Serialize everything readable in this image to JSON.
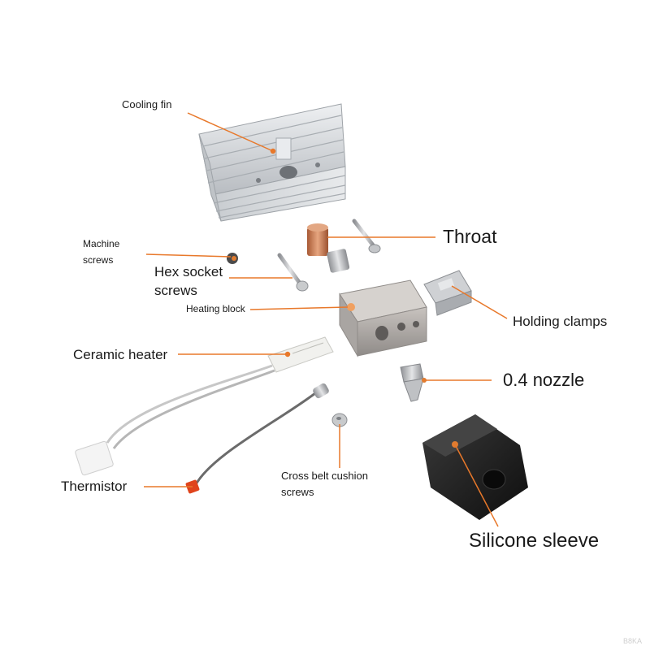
{
  "colors": {
    "leader": "#e8782a",
    "aluminum": "#d7dade",
    "copper": "#c97a52",
    "steel": "#b9babd",
    "silicone": "#1b1b1b",
    "thermistor_tip": "#e0441c"
  },
  "labels": {
    "cooling_fin": "Cooling fin",
    "throat": "Throat",
    "machine_screws_line1": "Machine",
    "machine_screws_line2": "screws",
    "hex_socket_line1": "Hex socket",
    "hex_socket_line2": "screws",
    "heating_block": "Heating block",
    "holding_clamps": "Holding clamps",
    "ceramic_heater": "Ceramic heater",
    "nozzle": "0.4 nozzle",
    "thermistor": "Thermistor",
    "cross_belt_line1": "Cross belt cushion",
    "cross_belt_line2": "screws",
    "silicone_sleeve": "Silicone sleeve"
  },
  "watermark": "B8KA"
}
